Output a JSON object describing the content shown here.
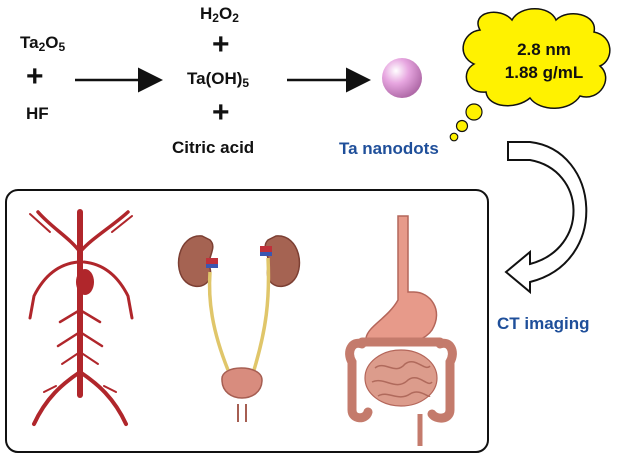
{
  "reactants_left": {
    "first": {
      "base": "Ta",
      "sub1": "2",
      "mid": "O",
      "sub2": "5"
    },
    "plus": "+",
    "second": "HF"
  },
  "reactants_middle": {
    "top": {
      "base": "H",
      "sub1": "2",
      "mid": "O",
      "sub2": "2"
    },
    "plus_top": "+",
    "center": {
      "base": "Ta(OH)",
      "sub": "5"
    },
    "plus_bottom": "+",
    "bottom": "Citric acid"
  },
  "product_label": "Ta nanodots",
  "bubble": {
    "line1": "2.8 nm",
    "line2": "1.88 g/mL"
  },
  "imaging_label": "CT imaging",
  "colors": {
    "bubble_fill": "#fff200",
    "label_blue": "#1f4f9a",
    "sphere": "#e7a6e0",
    "vessel": "#b0262b",
    "kidney": "#a56352",
    "ureter": "#e0c66a",
    "stomach": "#e79a8a",
    "intestine": "#cf8b7d"
  },
  "icons": [
    "arrow-right-icon",
    "nanodot-sphere-icon",
    "thought-bubble-icon",
    "curved-arrow-icon",
    "vascular-system-icon",
    "urinary-system-icon",
    "digestive-system-icon"
  ]
}
